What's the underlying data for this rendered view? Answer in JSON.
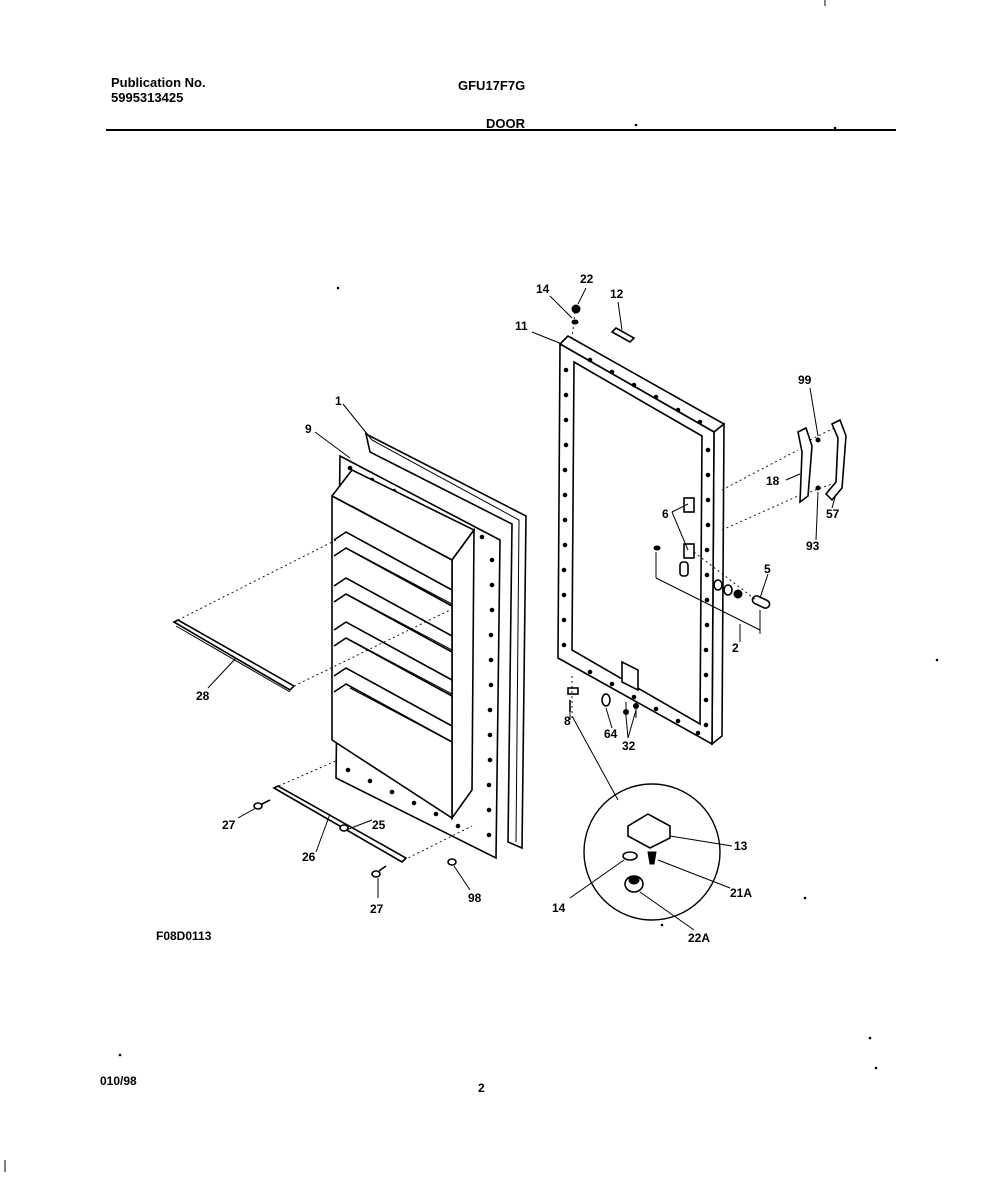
{
  "header": {
    "publication_label": "Publication No.",
    "publication_number": "5995313425",
    "model": "GFU17F7G",
    "section": "DOOR"
  },
  "figure_id": "F08D0113",
  "footer": {
    "date_code": "010/98",
    "page_number": "2"
  },
  "callouts": {
    "c1": "1",
    "c9": "9",
    "c28": "28",
    "c27a": "27",
    "c25": "25",
    "c26": "26",
    "c27b": "27",
    "c98": "98",
    "c14a": "14",
    "c22": "22",
    "c12": "12",
    "c11": "11",
    "c6": "6",
    "c5": "5",
    "c2": "2",
    "c8": "8",
    "c64": "64",
    "c32": "32",
    "c99": "99",
    "c18": "18",
    "c57": "57",
    "c93": "93",
    "c13": "13",
    "c21a": "21A",
    "c14b": "14",
    "c22a": "22A"
  }
}
